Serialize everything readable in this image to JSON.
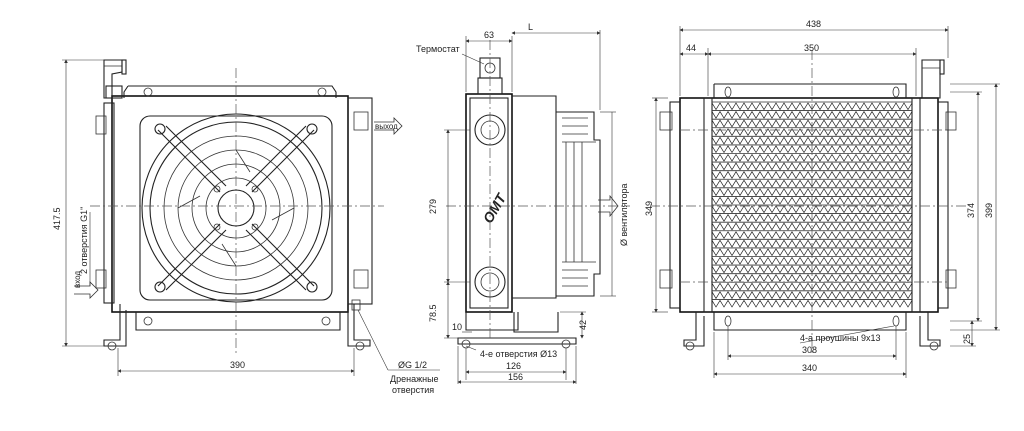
{
  "front_view": {
    "dim_height": "417.5",
    "dim_width": "390",
    "port_label": "2 отверстия G1\"",
    "outlet_label": "выход",
    "inlet_label": "вход",
    "drain_size": "ØG 1/2",
    "drain_label_line1": "Дренажные",
    "drain_label_line2": "отверстия"
  },
  "side_view": {
    "thermostat_label": "Термостат",
    "dim_63": "63",
    "dim_L": "L",
    "dim_279": "279",
    "dim_78_5": "78.5",
    "dim_10": "10",
    "dim_42": "42",
    "holes_label": "4-е отверстия  Ø13",
    "dim_126": "126",
    "dim_156": "156",
    "fan_diam_label": "Ø вентилятора",
    "logo_text": "OMT"
  },
  "back_view": {
    "dim_438": "438",
    "dim_44": "44",
    "dim_350": "350",
    "dim_349": "349",
    "dim_374": "374",
    "dim_399": "399",
    "dim_25": "25",
    "lugs_label": "4-а проушины 9х13",
    "dim_308": "308",
    "dim_340": "340"
  }
}
